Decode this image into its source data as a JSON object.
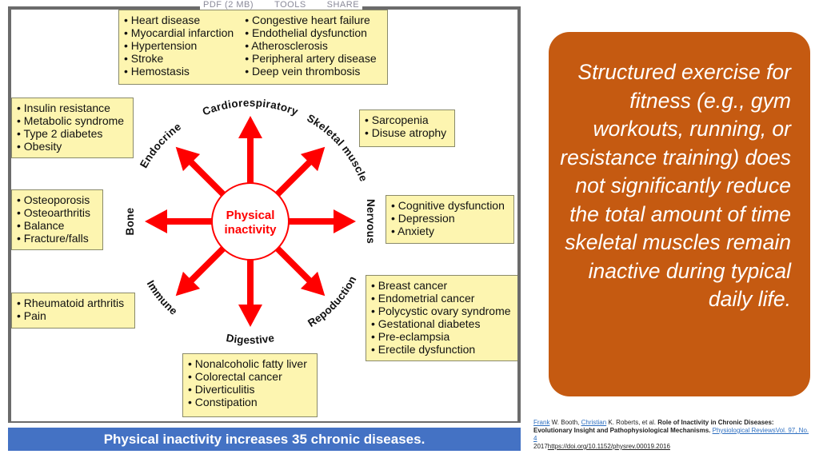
{
  "figure": {
    "toolbar": [
      "PDF (2 MB)",
      "TOOLS",
      "SHARE"
    ],
    "center": [
      "Physical",
      "inactivity"
    ],
    "systems": {
      "cardio": "Cardiorespiratory",
      "endocrine": "Endocrine",
      "skeletal": "Skeletal muscle",
      "bone": "Bone",
      "nervous": "Nervous",
      "immune": "Immune",
      "digestive": "Digestive",
      "reproduction": "Repoduction"
    },
    "arrow_color": "#ff0000",
    "boxes": {
      "cardio_left": [
        "Heart disease",
        "Myocardial infarction",
        "Hypertension",
        "Stroke",
        "Hemostasis"
      ],
      "cardio_right": [
        "Congestive heart failure",
        "Endothelial dysfunction",
        "Atherosclerosis",
        "Peripheral artery disease",
        "Deep vein thrombosis"
      ],
      "endocrine": [
        "Insulin resistance",
        "Metabolic syndrome",
        "Type 2 diabetes",
        "Obesity"
      ],
      "skeletal": [
        "Sarcopenia",
        "Disuse atrophy"
      ],
      "bone": [
        "Osteoporosis",
        "Osteoarthritis",
        "Balance",
        "Fracture/falls"
      ],
      "nervous": [
        "Cognitive dysfunction",
        "Depression",
        "Anxiety"
      ],
      "immune": [
        "Rheumatoid arthritis",
        "Pain"
      ],
      "reproduction": [
        "Breast cancer",
        "Endometrial cancer",
        "Polycystic ovary syndrome",
        "Gestational diabetes",
        "Pre-eclampsia",
        "Erectile dysfunction"
      ],
      "digestive": [
        "Nonalcoholic fatty liver",
        "Colorectal cancer",
        "Diverticulitis",
        "Constipation"
      ]
    }
  },
  "banner": "Physical inactivity increases 35 chronic diseases.",
  "callout": "Structured exercise for fitness (e.g., gym workouts, running, or resistance training) does not significantly reduce the total amount of time skeletal muscles remain inactive during typical daily life.",
  "citation": {
    "a1_first": "Frank",
    "a1_rest": " W. Booth, ",
    "a2_first": "Christian",
    "a2_rest": " K. Roberts, et al. ",
    "title": "Role of Inactivity in Chronic Diseases: Evolutionary Insight and Pathophysiological Mechanisms.",
    "journal": "Physiological Reviews",
    "volume": "Vol. 97, No. 4",
    "year": "2017",
    "doi": "https://doi.org/10.1152/physrev.00019.2016"
  },
  "colors": {
    "banner": "#4472c4",
    "callout": "#c55a11",
    "box": "#fdf5b0"
  }
}
